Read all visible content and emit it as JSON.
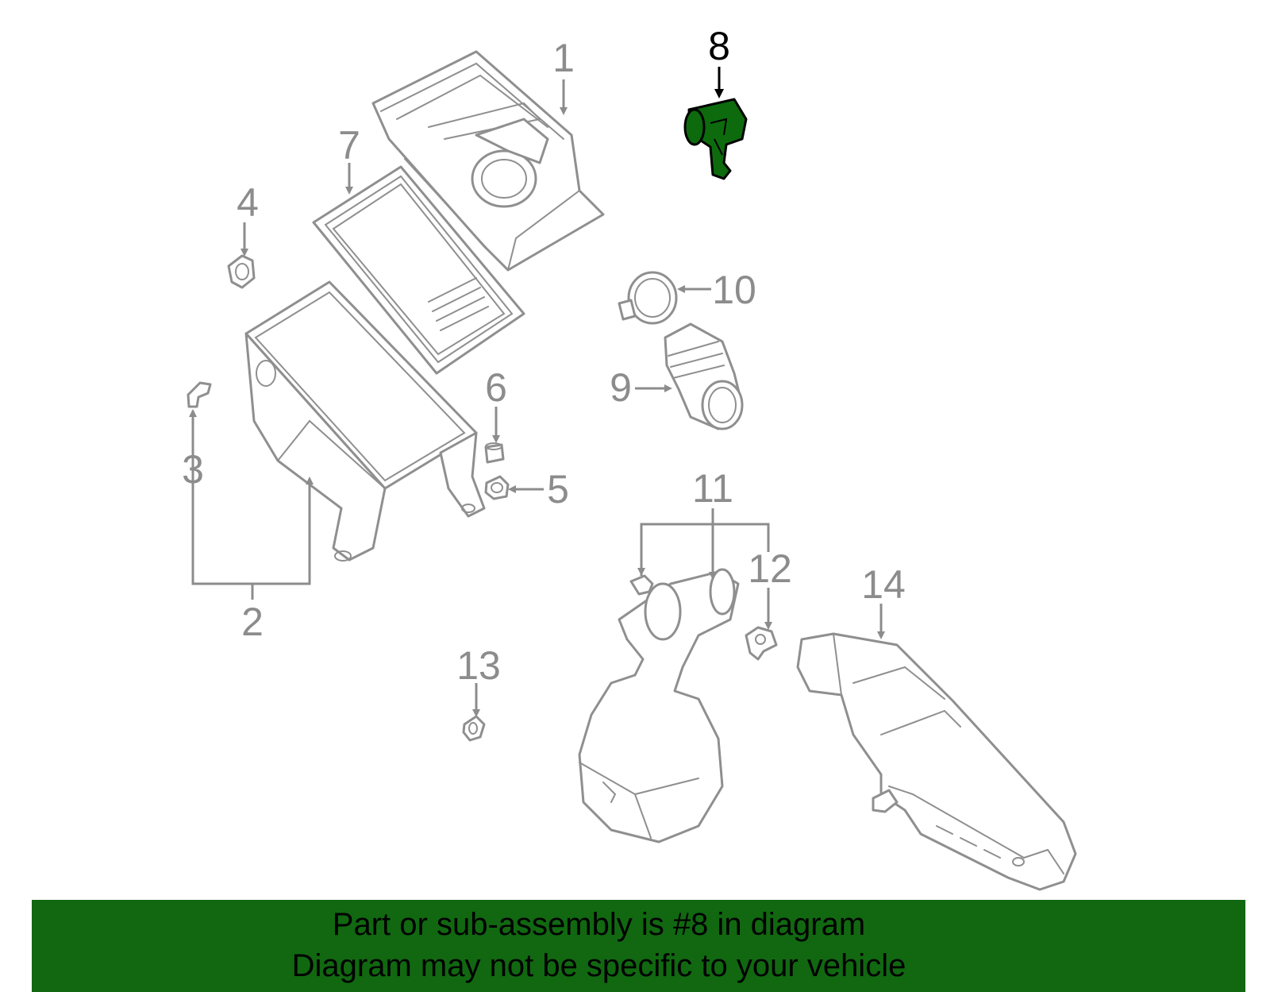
{
  "highlight_color": "#0d6b0d",
  "banner_color": "#116811",
  "part_color": "#8f8f8f",
  "labels": {
    "p1": "1",
    "p2": "2",
    "p3": "3",
    "p4": "4",
    "p5": "5",
    "p6": "6",
    "p7": "7",
    "p8": "8",
    "p9": "9",
    "p10": "10",
    "p11": "11",
    "p12": "12",
    "p13": "13",
    "p14": "14"
  },
  "banner": {
    "line1": "Part or sub-assembly is #8 in diagram",
    "line2": "Diagram may not be specific to your vehicle"
  }
}
